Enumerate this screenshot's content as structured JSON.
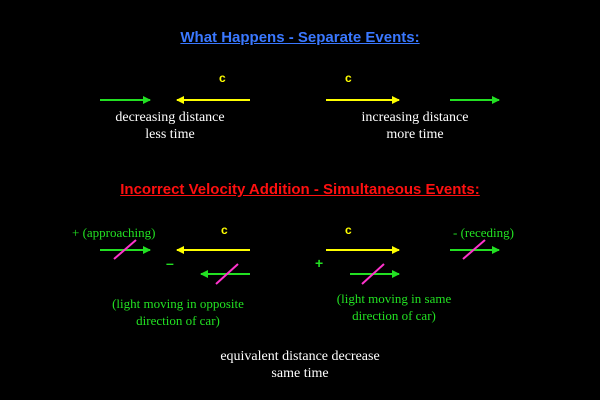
{
  "colors": {
    "background": "#000000",
    "title_blue": "#3a78ff",
    "title_red": "#ff1010",
    "light_yellow": "#ffff00",
    "car_green": "#22e022",
    "slash_magenta": "#ff33cc",
    "caption_white": "#ffffff"
  },
  "section1": {
    "title": "What Happens - Separate Events:",
    "left": {
      "c_label": "c",
      "caption_line1": "decreasing distance",
      "caption_line2": "less time"
    },
    "right": {
      "c_label": "c",
      "caption_line1": "increasing distance",
      "caption_line2": "more time"
    }
  },
  "section2": {
    "title": "Incorrect Velocity Addition - Simultaneous Events:",
    "left": {
      "label": "+ (approaching)",
      "c_label": "c",
      "sign": "–",
      "note_line1": "(light moving in opposite",
      "note_line2": "direction of car)"
    },
    "right": {
      "label": "- (receding)",
      "c_label": "c",
      "sign": "+",
      "note_line1": "(light moving in same",
      "note_line2": "direction of car)"
    }
  },
  "footer": {
    "line1": "equivalent distance decrease",
    "line2": "same time"
  }
}
